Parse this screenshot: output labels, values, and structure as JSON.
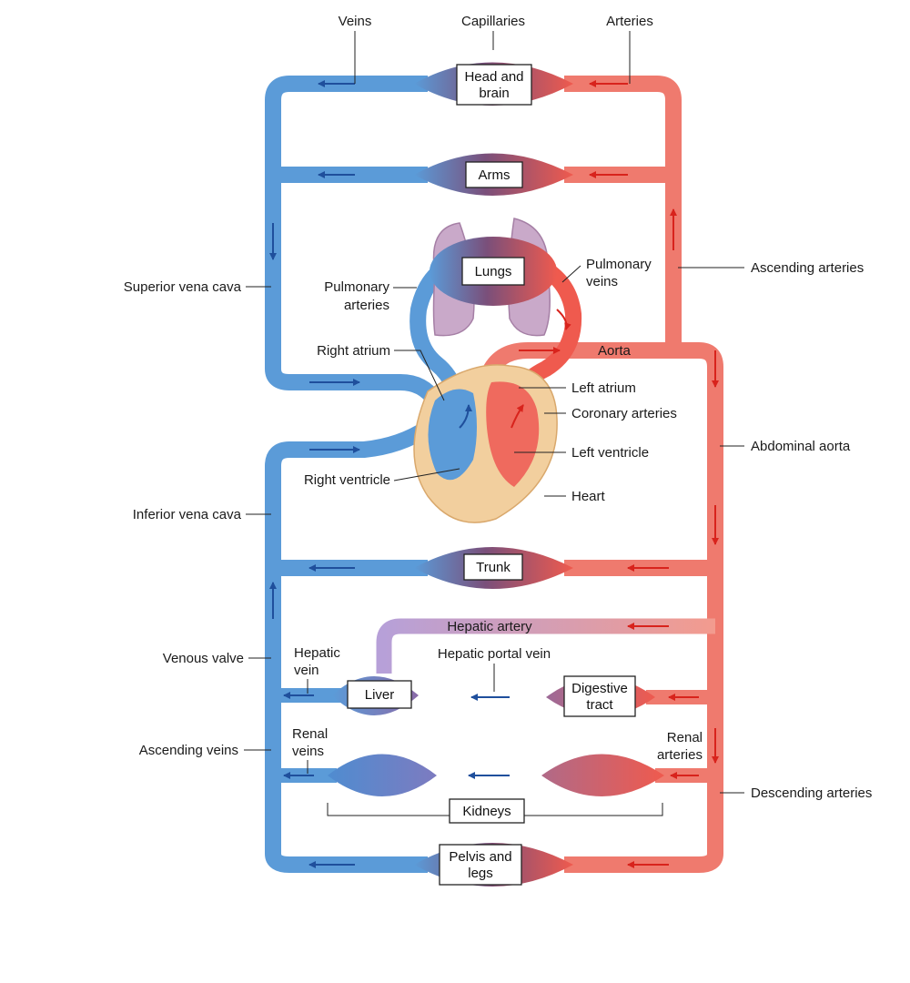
{
  "colors": {
    "vein": "#5b9bd8",
    "vein_light": "#9cc6ee",
    "artery": "#ef7a6e",
    "artery_light": "#f8b1a6",
    "capillary": "#7a4f7a",
    "arrow_vein": "#1f4f9c",
    "arrow_artery": "#d8231c",
    "heart_tissue": "#f2cf9e",
    "lungs": "#c9a9c9"
  },
  "header": {
    "veins": "Veins",
    "capillaries": "Capillaries",
    "arteries": "Arteries"
  },
  "organs": {
    "head1": "Head and",
    "head2": "brain",
    "arms": "Arms",
    "lungs": "Lungs",
    "trunk": "Trunk",
    "liver": "Liver",
    "digestive1": "Digestive",
    "digestive2": "tract",
    "kidneys": "Kidneys",
    "pelvis1": "Pelvis and",
    "pelvis2": "legs"
  },
  "labels": {
    "superior_vena_cava": "Superior vena cava",
    "pulmonary_arteries1": "Pulmonary",
    "pulmonary_arteries2": "arteries",
    "right_atrium": "Right atrium",
    "right_ventricle": "Right ventricle",
    "inferior_vena_cava": "Inferior vena cava",
    "venous_valve": "Venous valve",
    "ascending_veins": "Ascending veins",
    "hepatic_vein1": "Hepatic",
    "hepatic_vein2": "vein",
    "renal_veins1": "Renal",
    "renal_veins2": "veins",
    "pulmonary_veins1": "Pulmonary",
    "pulmonary_veins2": "veins",
    "ascending_arteries": "Ascending arteries",
    "aorta": "Aorta",
    "left_atrium": "Left atrium",
    "coronary_arteries": "Coronary arteries",
    "left_ventricle": "Left ventricle",
    "abdominal_aorta": "Abdominal aorta",
    "heart": "Heart",
    "hepatic_artery": "Hepatic artery",
    "hepatic_portal_vein": "Hepatic portal vein",
    "renal_arteries1": "Renal",
    "renal_arteries2": "arteries",
    "descending_arteries": "Descending arteries"
  }
}
